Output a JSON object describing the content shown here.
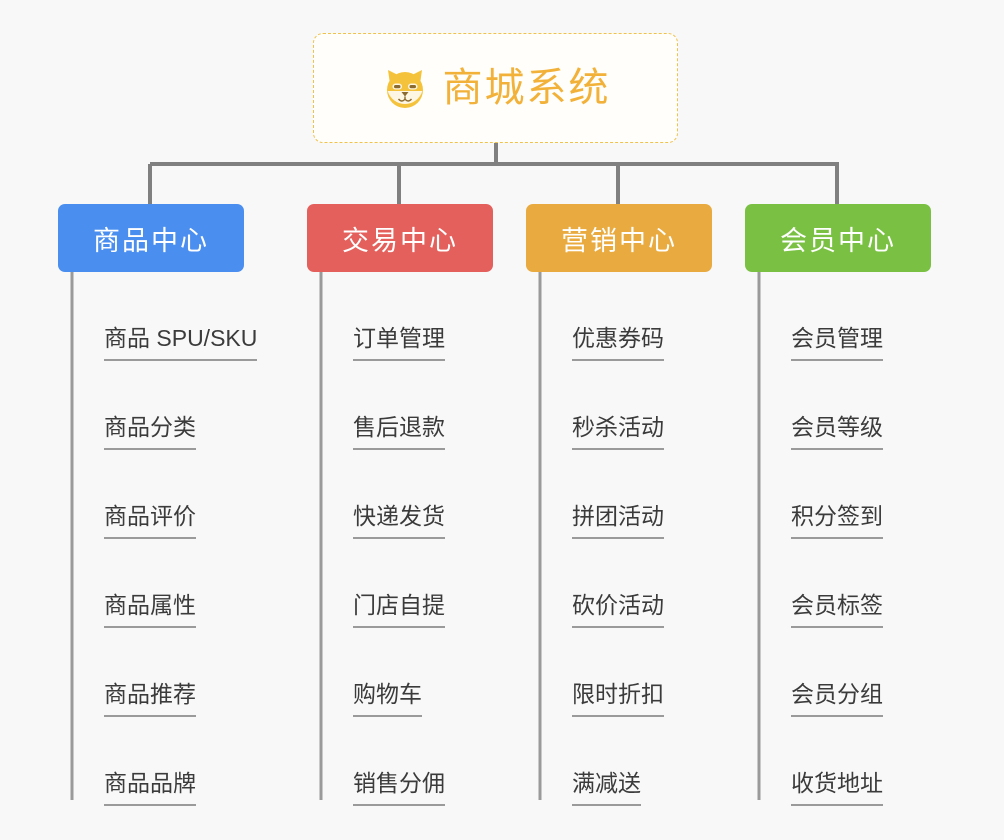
{
  "diagram": {
    "background_color": "#f8f8f8",
    "root": {
      "title": "商城系统",
      "icon": "shiba-dog-face-icon",
      "text_color": "#f2b138",
      "border_color": "#f0c14b"
    },
    "connector_color": "#808080",
    "columns": [
      {
        "id": "product-center",
        "title": "商品中心",
        "color": "#4a8ef0",
        "items": [
          "商品 SPU/SKU",
          "商品分类",
          "商品评价",
          "商品属性",
          "商品推荐",
          "商品品牌"
        ]
      },
      {
        "id": "trade-center",
        "title": "交易中心",
        "color": "#e4605c",
        "items": [
          "订单管理",
          "售后退款",
          "快递发货",
          "门店自提",
          "购物车",
          "销售分佣"
        ]
      },
      {
        "id": "marketing-center",
        "title": "营销中心",
        "color": "#e9aa3f",
        "items": [
          "优惠券码",
          "秒杀活动",
          "拼团活动",
          "砍价活动",
          "限时折扣",
          "满减送"
        ]
      },
      {
        "id": "member-center",
        "title": "会员中心",
        "color": "#7ac143",
        "items": [
          "会员管理",
          "会员等级",
          "积分签到",
          "会员标签",
          "会员分组",
          "收货地址"
        ]
      }
    ]
  }
}
